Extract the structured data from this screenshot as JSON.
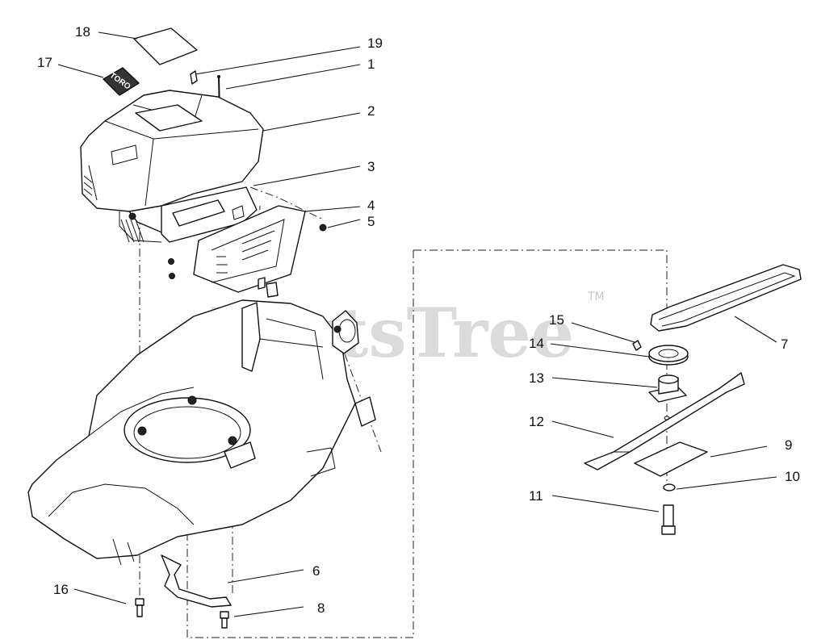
{
  "watermark": {
    "text": "PartsTree",
    "trademark": "TM"
  },
  "decal_text": "TORO",
  "callouts": [
    {
      "id": "c1",
      "label": "1"
    },
    {
      "id": "c2",
      "label": "2"
    },
    {
      "id": "c3",
      "label": "3"
    },
    {
      "id": "c4",
      "label": "4"
    },
    {
      "id": "c5",
      "label": "5"
    },
    {
      "id": "c6",
      "label": "6"
    },
    {
      "id": "c7",
      "label": "7"
    },
    {
      "id": "c8",
      "label": "8"
    },
    {
      "id": "c9",
      "label": "9"
    },
    {
      "id": "c10",
      "label": "10"
    },
    {
      "id": "c11",
      "label": "11"
    },
    {
      "id": "c12",
      "label": "12"
    },
    {
      "id": "c13",
      "label": "13"
    },
    {
      "id": "c14",
      "label": "14"
    },
    {
      "id": "c15",
      "label": "15"
    },
    {
      "id": "c16",
      "label": "16"
    },
    {
      "id": "c17",
      "label": "17"
    },
    {
      "id": "c18",
      "label": "18"
    },
    {
      "id": "c19",
      "label": "19"
    }
  ]
}
